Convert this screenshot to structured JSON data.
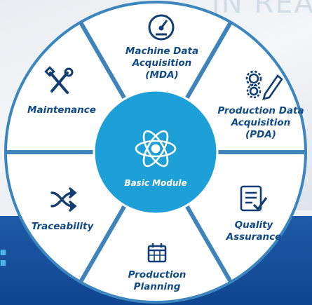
{
  "background": {
    "headline": "IN REA",
    "colon": ":"
  },
  "hub": {
    "label": "Basic Module",
    "icon": "atom-icon"
  },
  "segments": [
    {
      "lines": [
        "Machine Data",
        "Acquisition",
        "(MDA)"
      ],
      "icon": "gauge-icon"
    },
    {
      "lines": [
        "Production Data",
        "Acquisition",
        "(PDA)"
      ],
      "icon": "gears-pencil-icon"
    },
    {
      "lines": [
        "Quality",
        "Assurance"
      ],
      "icon": "checklist-icon"
    },
    {
      "lines": [
        "Production",
        "Planning"
      ],
      "icon": "calendar-icon"
    },
    {
      "lines": [
        "Traceability"
      ],
      "icon": "shuffle-arrows-icon"
    },
    {
      "lines": [
        "Maintenance"
      ],
      "icon": "tools-icon"
    }
  ],
  "colors": {
    "ring_fill": "#ffffff",
    "ring_border": "#3b86bf",
    "divider": "#3e84bb",
    "hub_fill": "#1d9fd8",
    "text": "#114a88",
    "icon": "#123e73"
  }
}
